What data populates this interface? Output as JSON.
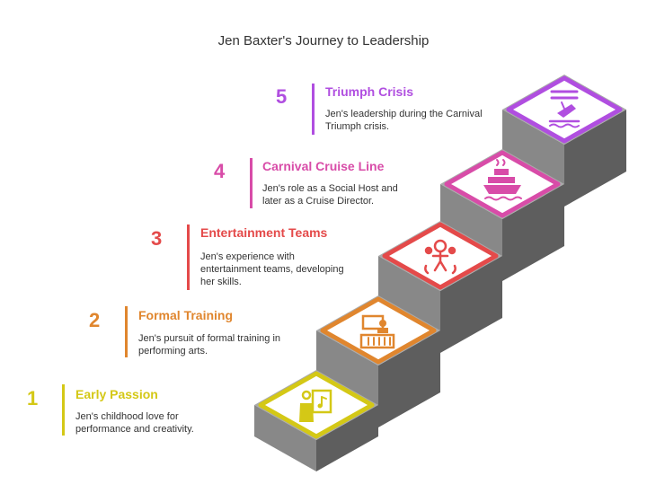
{
  "title": "Jen Baxter's Journey to Leadership",
  "steps": [
    {
      "number": "1",
      "heading": "Early Passion",
      "description": "Jen's childhood love for performance and creativity.",
      "color": "#d4c816",
      "icon": "performer-music-icon"
    },
    {
      "number": "2",
      "heading": "Formal Training",
      "description": "Jen's pursuit of formal training in performing arts.",
      "color": "#e0862e",
      "icon": "training-classroom-icon"
    },
    {
      "number": "3",
      "heading": "Entertainment Teams",
      "description": "Jen's experience with entertainment teams, developing her skills.",
      "color": "#e44a4a",
      "icon": "performer-team-icon"
    },
    {
      "number": "4",
      "heading": "Carnival Cruise Line",
      "description": "Jen's role as a Social Host and later as a Cruise Director.",
      "color": "#d84ca8",
      "icon": "cruise-ship-icon"
    },
    {
      "number": "5",
      "heading": "Triumph Crisis",
      "description": "Jen's leadership during the Carnival Triumph crisis.",
      "color": "#b04ee0",
      "icon": "sinking-ship-icon"
    }
  ],
  "colors": {
    "stair_top": "#aaaaaa",
    "stair_front": "#888888",
    "stair_side": "#5e5e5e",
    "text": "#333333"
  }
}
